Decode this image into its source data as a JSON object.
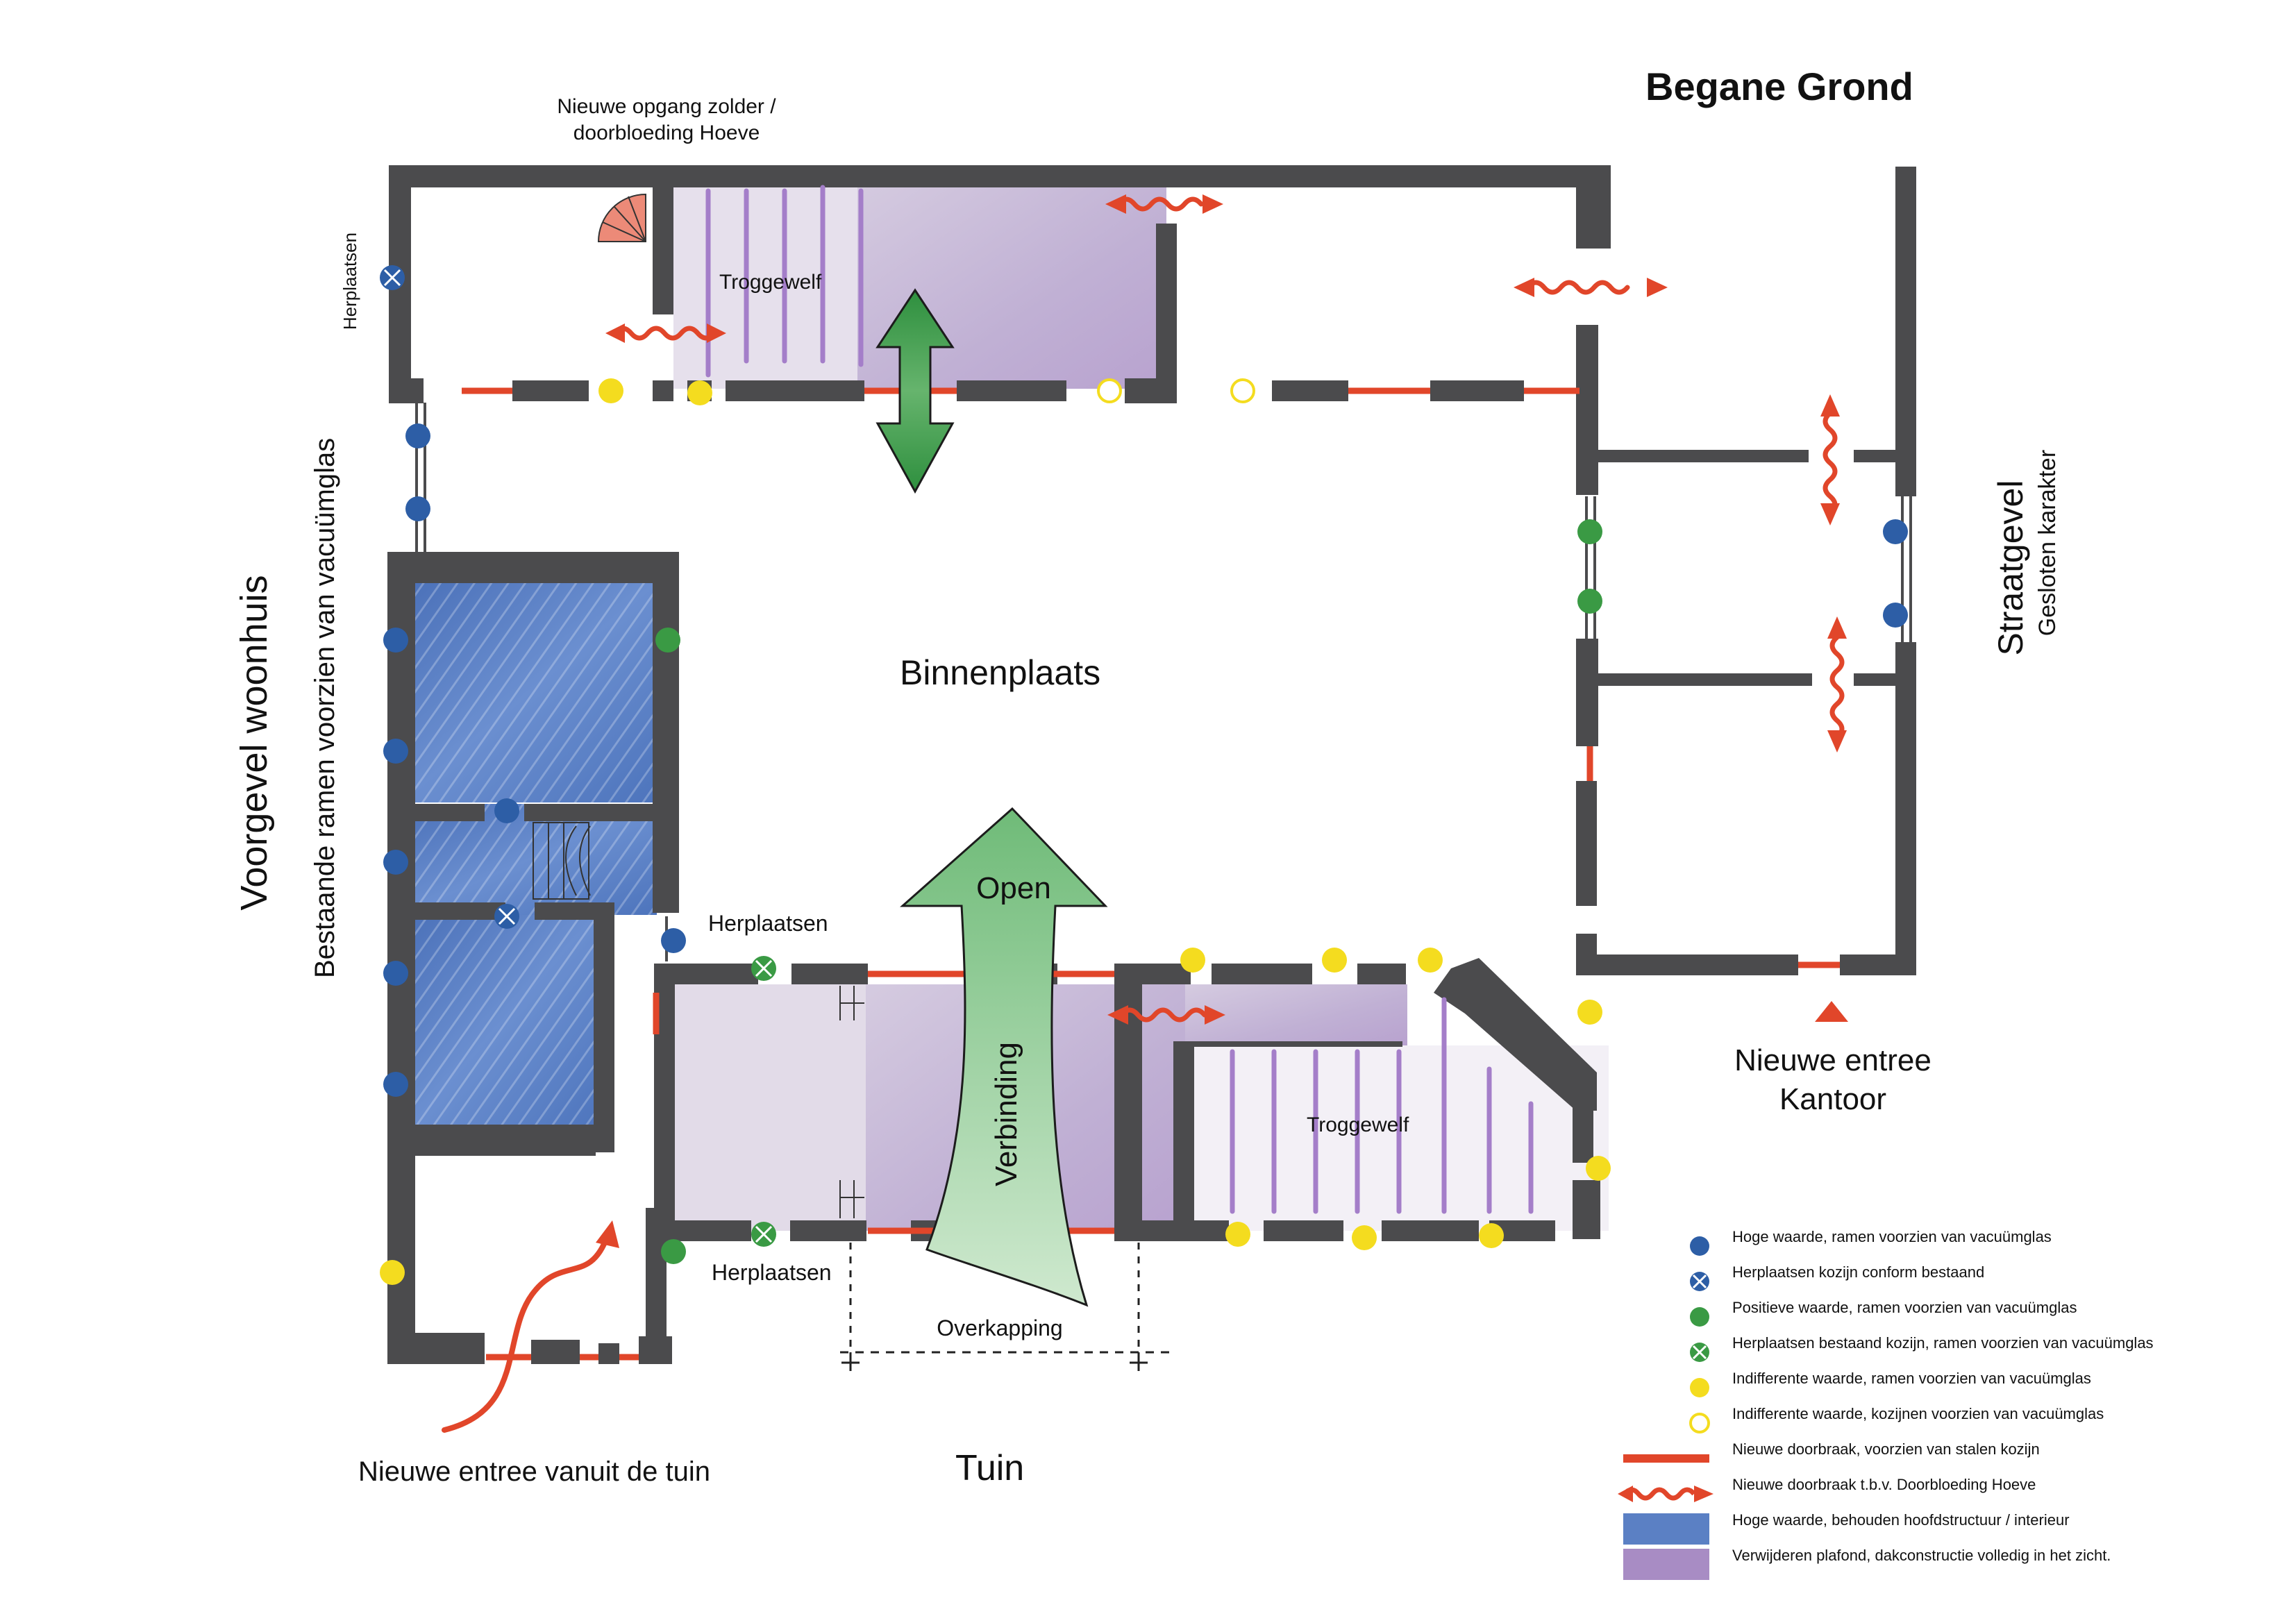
{
  "title": "Begane Grond",
  "labels": {
    "nieuwe_opgang": [
      "Nieuwe opgang zolder /",
      "doorbloeding Hoeve"
    ],
    "herplaatsen_top": "Herplaatsen",
    "troggewelf_top": "Troggewelf",
    "binnenplaats": "Binnenplaats",
    "open": "Open",
    "verbinding": "Verbinding",
    "herplaatsen_mid": "Herplaatsen",
    "herplaatsen_bottom": "Herplaatsen",
    "troggewelf_bottom": "Troggewelf",
    "overkapping": "Overkapping",
    "tuin": "Tuin",
    "nieuwe_entree_tuin": "Nieuwe entree vanuit de tuin",
    "nieuwe_entree_kantoor": [
      "Nieuwe entree",
      "Kantoor"
    ],
    "voorgevel": "Voorgevel woonhuis",
    "bestaande_ramen": "Bestaande ramen voorzien van vacuümglas",
    "straatgevel": "Straatgevel",
    "gesloten": "Gesloten karakter"
  },
  "legend": [
    {
      "symbol": "dot-blue",
      "text": "Hoge waarde, ramen voorzien van vacuümglas"
    },
    {
      "symbol": "dot-blue-x",
      "text": "Herplaatsen kozijn conform bestaand"
    },
    {
      "symbol": "dot-green",
      "text": "Positieve waarde, ramen voorzien van vacuümglas"
    },
    {
      "symbol": "dot-green-x",
      "text": "Herplaatsen bestaand kozijn, ramen voorzien van vacuümglas"
    },
    {
      "symbol": "dot-yellow",
      "text": "Indifferente waarde, ramen voorzien van vacuümglas"
    },
    {
      "symbol": "dot-yellow-open",
      "text": "Indifferente waarde, kozijnen voorzien van vacuümglas"
    },
    {
      "symbol": "line-red",
      "text": "Nieuwe doorbraak, voorzien van stalen kozijn"
    },
    {
      "symbol": "wave-red",
      "text": "Nieuwe doorbraak t.b.v. Doorbloeding Hoeve"
    },
    {
      "symbol": "fill-blue",
      "text": "Hoge waarde, behouden hoofdstructuur / interieur"
    },
    {
      "symbol": "fill-purple",
      "text": "Verwijderen plafond, dakconstructie volledig in het zicht."
    }
  ],
  "colors": {
    "wall": "#4b4b4d",
    "blue_dot": "#2d5ea6",
    "green_dot": "#3a9a44",
    "yellow_dot": "#f4dc1f",
    "red": "#e1462a",
    "blue_fill": "#5b80c4",
    "purple_fill": "#a88cc4",
    "purple_light": "#e2dbe8",
    "green_arrow": "#8fcb93",
    "green_arrow_dark": "#3e9a4d",
    "stair_salmon": "#ec8a78"
  },
  "icons": {
    "spiral_stair": "spiral-staircase-icon",
    "double_arrow": "double-arrow-icon",
    "big_arrow": "open-arrow-icon"
  }
}
